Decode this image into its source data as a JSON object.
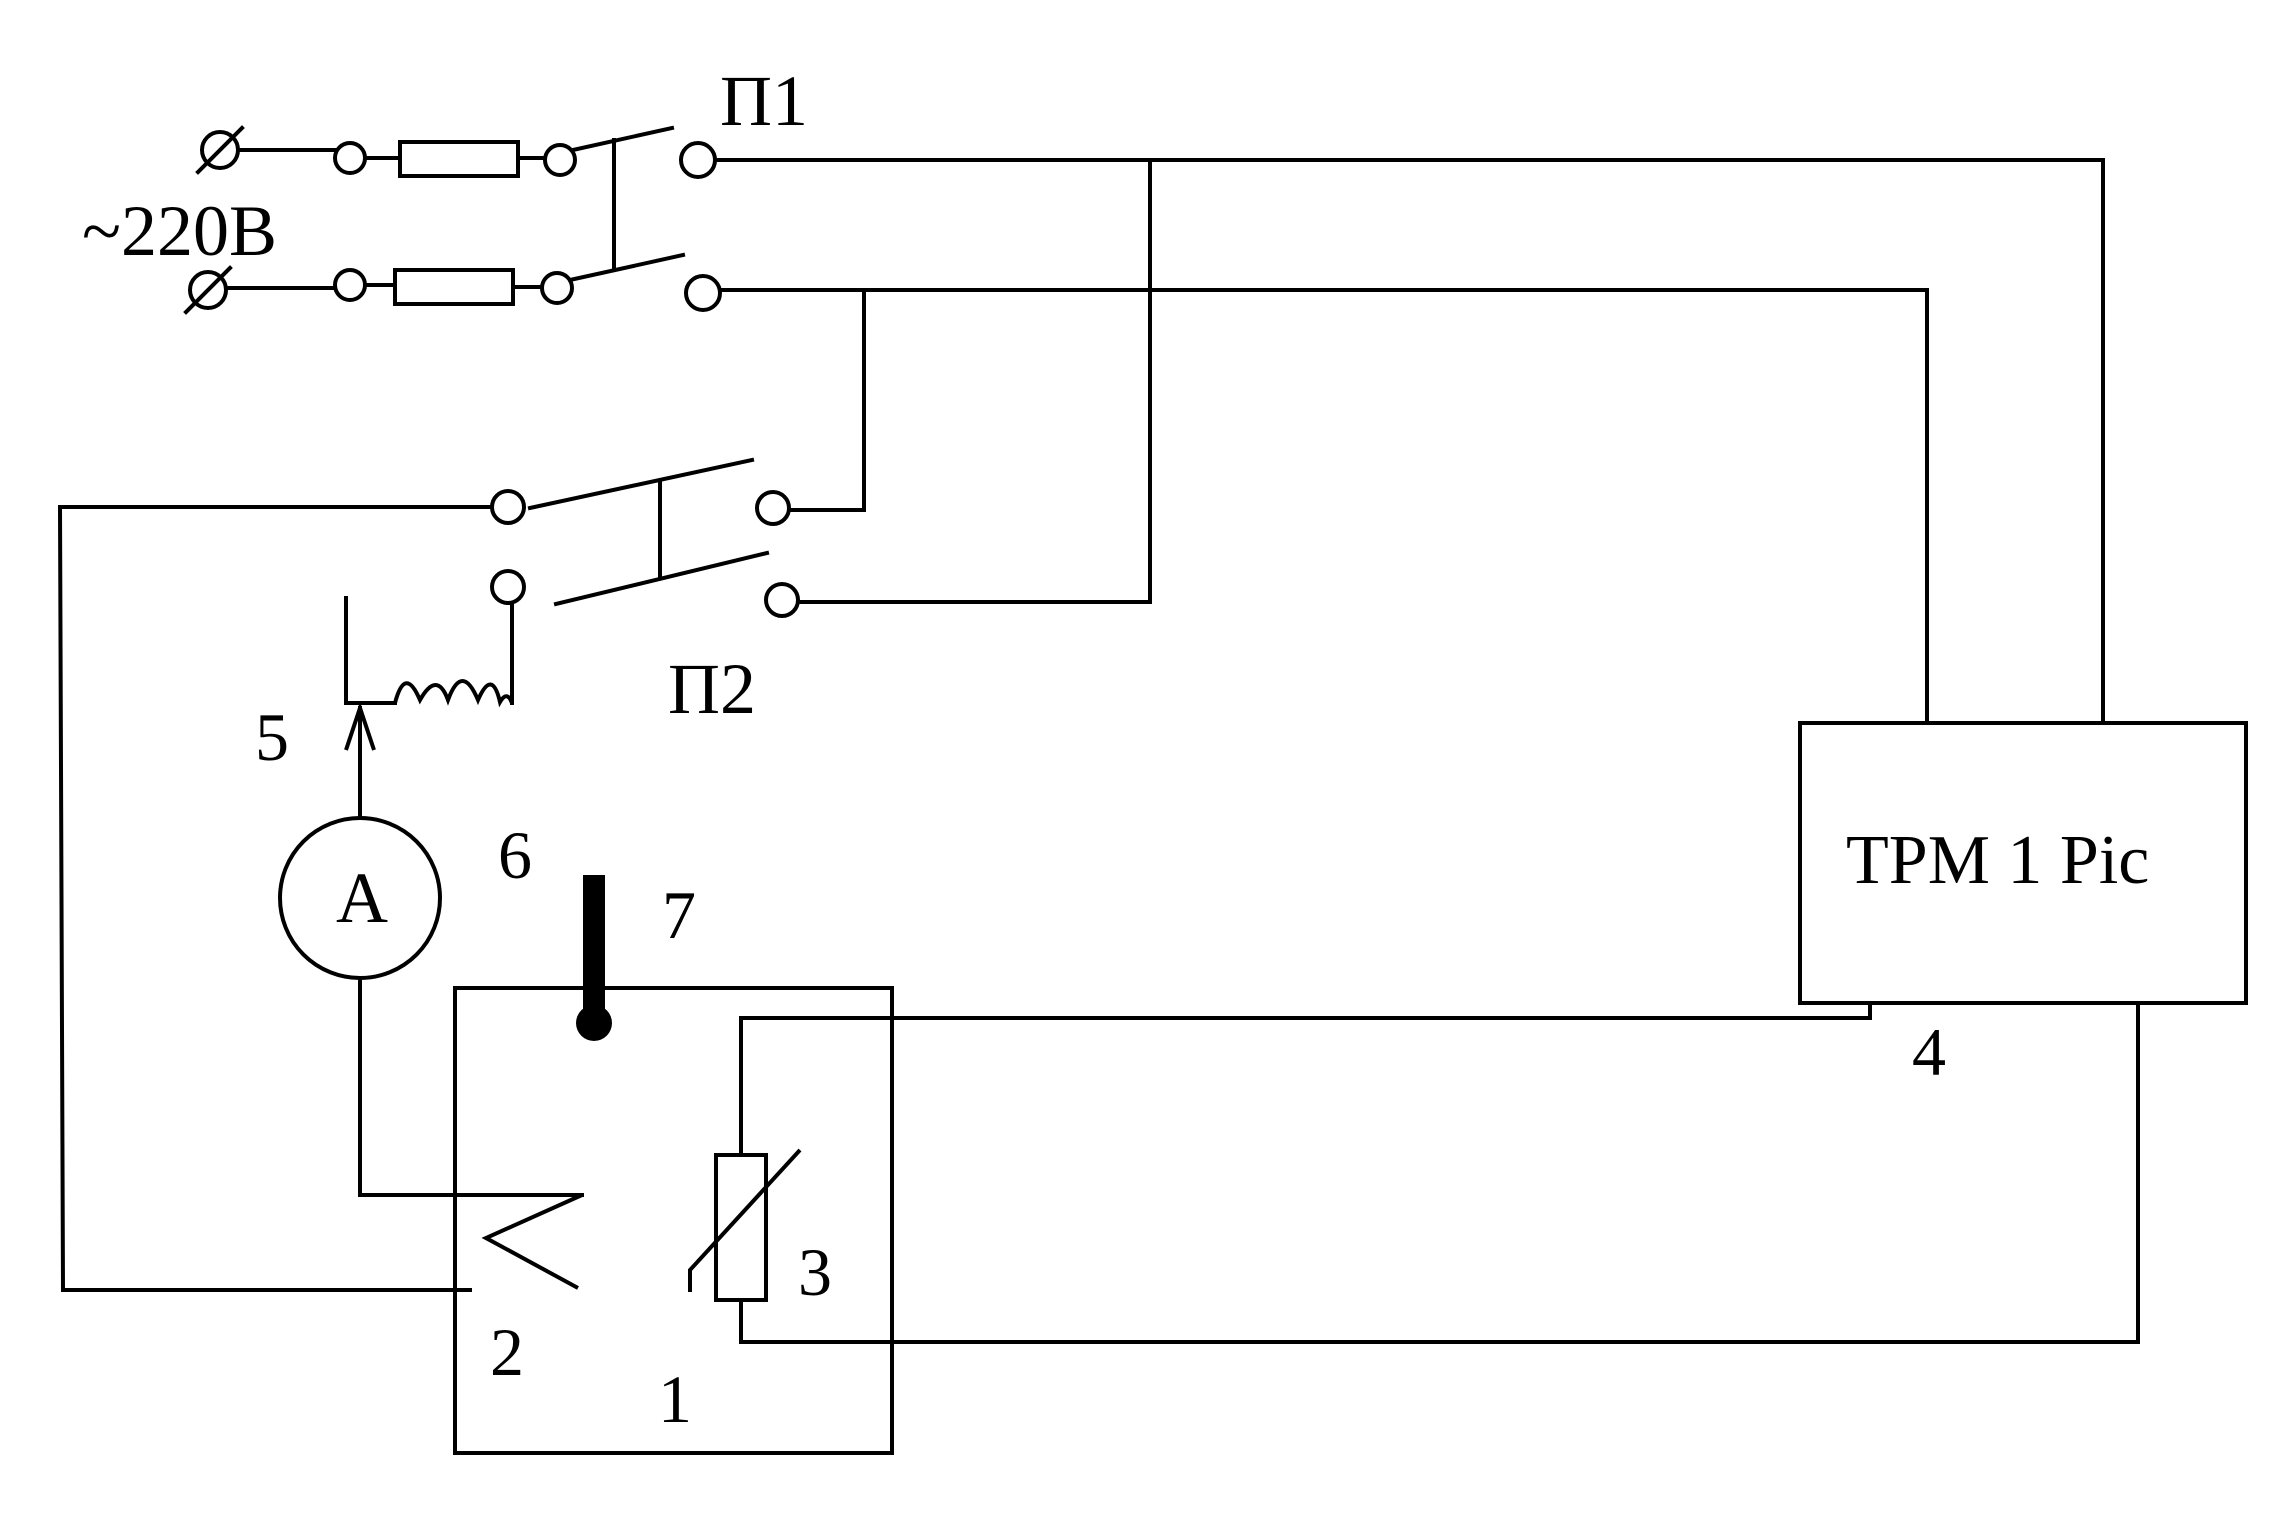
{
  "labels": {
    "supply_voltage": "~220В",
    "switch_p1": "П1",
    "switch_p2": "П2",
    "num_1": "1",
    "num_2": "2",
    "num_3": "3",
    "num_4": "4",
    "num_5": "5",
    "num_6": "6",
    "num_7": "7",
    "ammeter_symbol": "A",
    "controller": "ТРМ 1 Pic"
  }
}
